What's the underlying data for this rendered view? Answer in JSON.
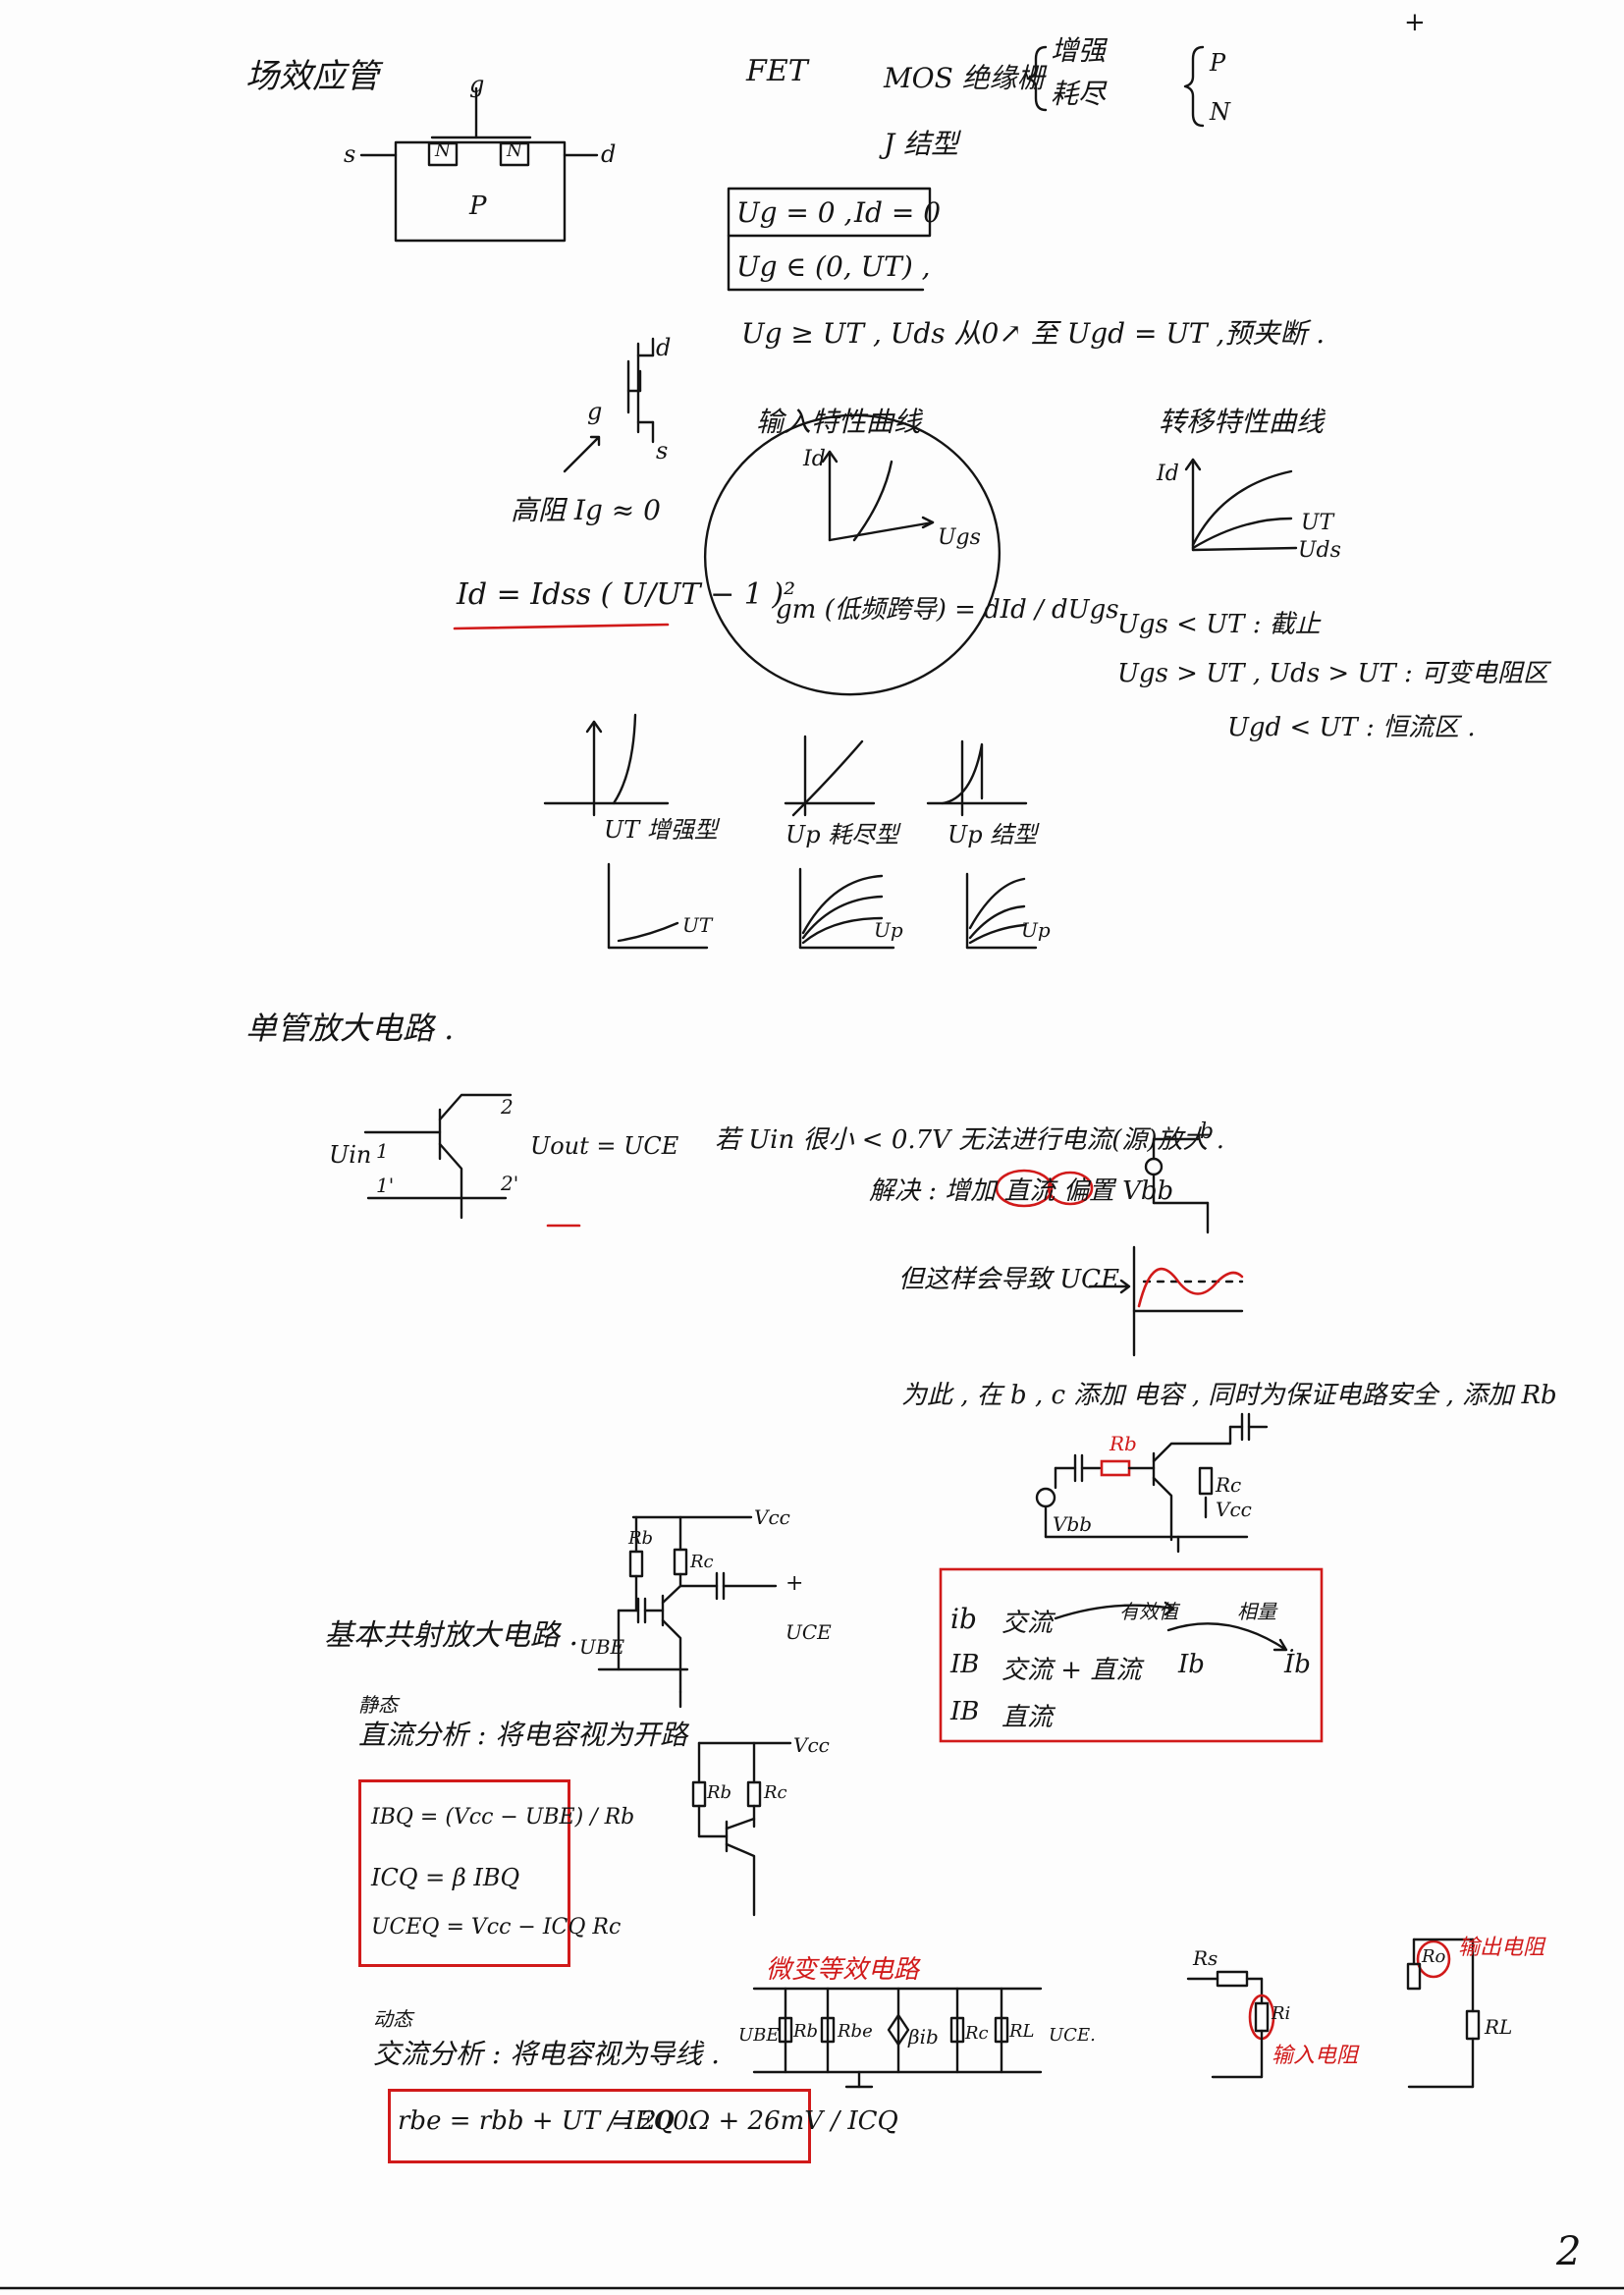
{
  "header": {
    "title": "场效应管",
    "fet": "FET",
    "mos": "MOS 绝缘栅",
    "enh": "增强",
    "dep": "耗尽",
    "p": "P",
    "n": "N",
    "jfet": "J 结型",
    "corner_mark": "+"
  },
  "mos_sketch": {
    "g": "g",
    "s": "s",
    "d": "d",
    "n1": "N",
    "n2": "N",
    "p": "P"
  },
  "conditions": {
    "ug0": "Ug = 0 ,",
    "id0": "Id = 0",
    "ug_range": "Ug ∈ (0, UT) ,",
    "ug_ge": "Ug ≥ UT ,  Uds 从0↗  至 Ugd = UT ,预夹断 ."
  },
  "symbol": {
    "d": "d",
    "g": "g",
    "s": "s",
    "note": "高阻 Ig ≈ 0"
  },
  "formula_id": "Id = Idss ( U/UT − 1 )²",
  "input_curve": {
    "title": "输入特性曲线",
    "ylabel": "Id",
    "xlabel": "Ugs",
    "gm": "gm (低频跨导) = dId / dUgs"
  },
  "transfer_curve": {
    "title": "转移特性曲线",
    "ylabel": "Id",
    "x1": "UT",
    "x2": "Uds"
  },
  "regions": {
    "r1": "Ugs < UT : 截止",
    "r2": "Ugs > UT ,  Uds > UT : 可变电阻区",
    "r3": "Ugd < UT : 恒流区 ."
  },
  "types": {
    "enh": "UT 增强型",
    "dep": "Up 耗尽型",
    "jfet": "Up 结型",
    "ut": "UT",
    "up1": "Up",
    "up2": "Up"
  },
  "amp": {
    "title": "单管放大电路 .",
    "uin": "Uin",
    "one": "1",
    "one_p": "1'",
    "two": "2",
    "two_p": "2'",
    "uout": "Uout = UCE",
    "note1": "若 Uin 很小 < 0.7V 无法进行电流(源)放大 .",
    "note2": "解决 : 增加 直流 偏置 Vbb",
    "note3": "但这样会导致 UCE",
    "note4": "为此 , 在 b , c 添加 电容 , 同时为保证电路安全 , 添加 Rb",
    "b": "b",
    "vbb": "Vbb",
    "vcc": "Vcc",
    "rb": "Rb",
    "rc": "Rc"
  },
  "basic": {
    "title": "基本共射放大电路 .",
    "vcc": "Vcc",
    "rb": "Rb",
    "rc": "Rc",
    "ube": "UBE",
    "uce": "UCE",
    "plus": "+",
    "static_hd": "静态",
    "static": "直流分析 : 将电容视为开路",
    "ibq": "IBQ = (Vcc − UBE) / Rb",
    "icq": "ICQ = β IBQ",
    "uceq": "UCEQ = Vcc − ICQ Rc",
    "dynamic_hd": "动态",
    "dynamic": "交流分析 : 将电容视为导线 .",
    "rbe": "rbe = rbb + UT / IEQ",
    "rbe2": "= 200Ω + 26mV / ICQ"
  },
  "current_box": {
    "ib_small": "ib",
    "ac": "交流",
    "ib_mid": "IB",
    "acdc": "交流 + 直流",
    "ib_big": "IB",
    "dc": "直流",
    "eff": "有效值",
    "phasor": "相量",
    "Ib": "Ib",
    "ib_dot": "İb"
  },
  "small_signal": {
    "title": "微变等效电路",
    "ube": "UBE",
    "rb": "Rb",
    "rbe": "Rbe",
    "bib": "βib",
    "rc": "Rc",
    "rl": "RL",
    "uce": "UCE."
  },
  "input_res": {
    "rs": "Rs",
    "ri": "Ri",
    "label": "输入电阻"
  },
  "output_res": {
    "ro": "Ro",
    "label": "输出电阻",
    "rl": "RL"
  },
  "page_number": "2"
}
